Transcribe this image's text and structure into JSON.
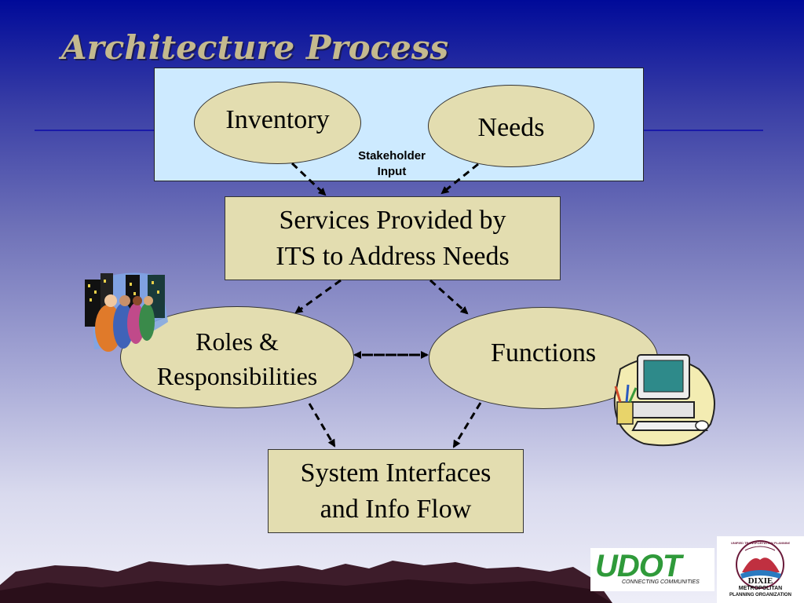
{
  "title": "Architecture Process",
  "top_box": {
    "inventory": "Inventory",
    "needs": "Needs",
    "stakeholder_input_line1": "Stakeholder",
    "stakeholder_input_line2": "Input"
  },
  "services": {
    "line1": "Services Provided by",
    "line2": "ITS to Address Needs"
  },
  "roles": {
    "line1": "Roles &",
    "line2": "Responsibilities"
  },
  "functions": "Functions",
  "interfaces": {
    "line1": "System Interfaces",
    "line2": "and Info Flow"
  },
  "logos": {
    "udot_text": "UDOT",
    "udot_tagline": "CONNECTING COMMUNITIES",
    "dixie_arc": "UNIFIED TRANSPORTATION PLANNING",
    "dixie_name": "DIXIE",
    "dixie_sub1": "METROPOLITAN",
    "dixie_sub2": "PLANNING ORGANIZATION"
  },
  "colors": {
    "node_fill": "#e3ddb0",
    "top_box_fill": "#cdeaff",
    "title": "#c4b98e",
    "rule": "#1a1aa8"
  }
}
